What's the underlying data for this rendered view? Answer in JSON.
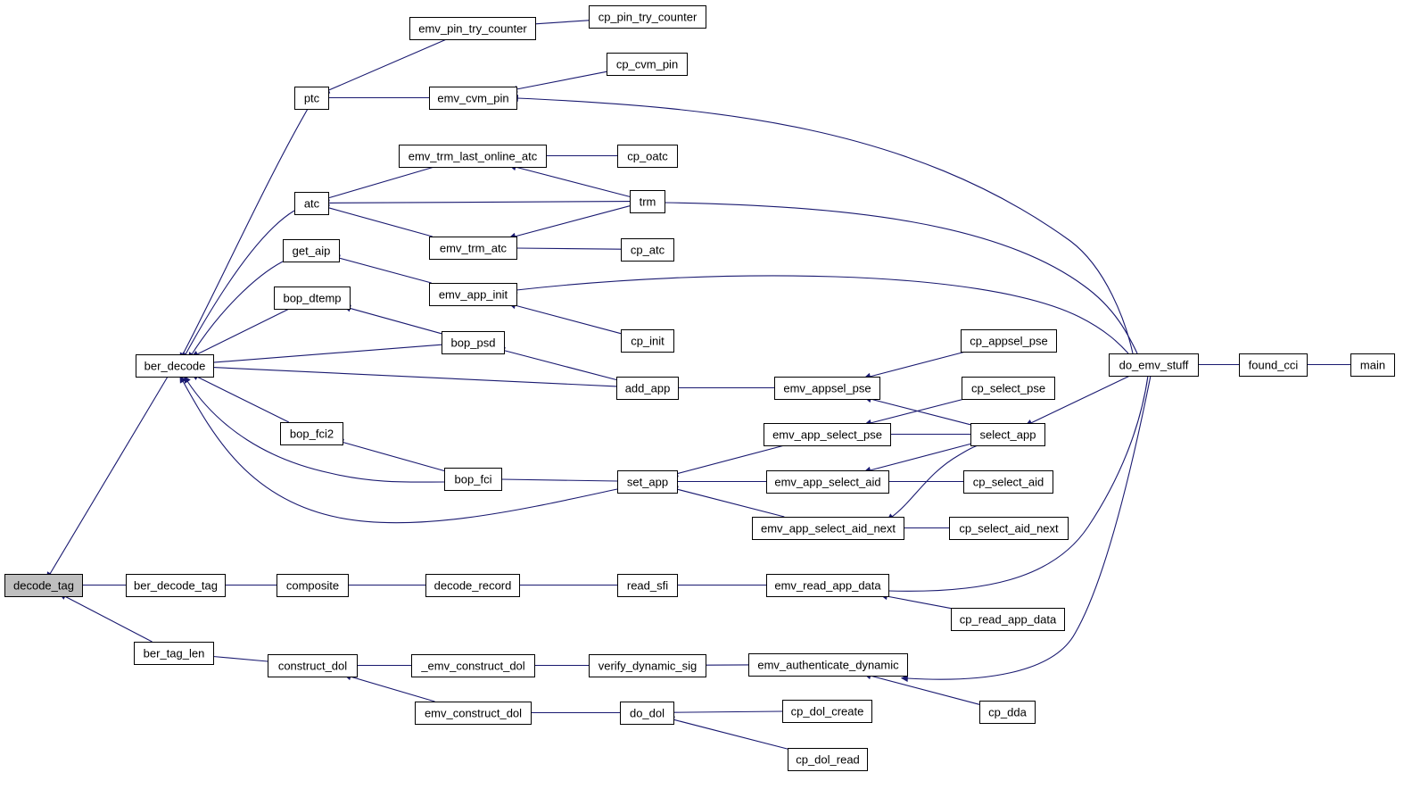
{
  "graph": {
    "root": "decode_tag",
    "colors": {
      "edge": "#191970",
      "node_border": "#000000",
      "node_fill": "#ffffff",
      "root_fill": "#bfbfbf"
    },
    "nodes": [
      {
        "id": "decode_tag",
        "label": "decode_tag"
      },
      {
        "id": "ber_decode",
        "label": "ber_decode"
      },
      {
        "id": "ber_decode_tag",
        "label": "ber_decode_tag"
      },
      {
        "id": "ber_tag_len",
        "label": "ber_tag_len"
      },
      {
        "id": "ptc",
        "label": "ptc"
      },
      {
        "id": "atc",
        "label": "atc"
      },
      {
        "id": "get_aip",
        "label": "get_aip"
      },
      {
        "id": "bop_dtemp",
        "label": "bop_dtemp"
      },
      {
        "id": "bop_fci2",
        "label": "bop_fci2"
      },
      {
        "id": "composite",
        "label": "composite"
      },
      {
        "id": "construct_dol",
        "label": "construct_dol"
      },
      {
        "id": "emv_pin_try_counter",
        "label": "emv_pin_try_counter"
      },
      {
        "id": "emv_cvm_pin",
        "label": "emv_cvm_pin"
      },
      {
        "id": "emv_trm_last_online_atc",
        "label": "emv_trm_last_online_atc"
      },
      {
        "id": "emv_trm_atc",
        "label": "emv_trm_atc"
      },
      {
        "id": "emv_app_init",
        "label": "emv_app_init"
      },
      {
        "id": "bop_psd",
        "label": "bop_psd"
      },
      {
        "id": "bop_fci",
        "label": "bop_fci"
      },
      {
        "id": "decode_record",
        "label": "decode_record"
      },
      {
        "id": "_emv_construct_dol",
        "label": "_emv_construct_dol"
      },
      {
        "id": "emv_construct_dol",
        "label": "emv_construct_dol"
      },
      {
        "id": "cp_pin_try_counter",
        "label": "cp_pin_try_counter"
      },
      {
        "id": "cp_cvm_pin",
        "label": "cp_cvm_pin"
      },
      {
        "id": "cp_oatc",
        "label": "cp_oatc"
      },
      {
        "id": "trm",
        "label": "trm"
      },
      {
        "id": "cp_atc",
        "label": "cp_atc"
      },
      {
        "id": "cp_init",
        "label": "cp_init"
      },
      {
        "id": "add_app",
        "label": "add_app"
      },
      {
        "id": "set_app",
        "label": "set_app"
      },
      {
        "id": "read_sfi",
        "label": "read_sfi"
      },
      {
        "id": "verify_dynamic_sig",
        "label": "verify_dynamic_sig"
      },
      {
        "id": "do_dol",
        "label": "do_dol"
      },
      {
        "id": "emv_appsel_pse",
        "label": "emv_appsel_pse"
      },
      {
        "id": "emv_app_select_pse",
        "label": "emv_app_select_pse"
      },
      {
        "id": "emv_app_select_aid",
        "label": "emv_app_select_aid"
      },
      {
        "id": "emv_app_select_aid_next",
        "label": "emv_app_select_aid_next"
      },
      {
        "id": "emv_read_app_data",
        "label": "emv_read_app_data"
      },
      {
        "id": "emv_authenticate_dynamic",
        "label": "emv_authenticate_dynamic"
      },
      {
        "id": "cp_dol_create",
        "label": "cp_dol_create"
      },
      {
        "id": "cp_dol_read",
        "label": "cp_dol_read"
      },
      {
        "id": "cp_appsel_pse",
        "label": "cp_appsel_pse"
      },
      {
        "id": "cp_select_pse",
        "label": "cp_select_pse"
      },
      {
        "id": "select_app",
        "label": "select_app"
      },
      {
        "id": "cp_select_aid",
        "label": "cp_select_aid"
      },
      {
        "id": "cp_select_aid_next",
        "label": "cp_select_aid_next"
      },
      {
        "id": "cp_read_app_data",
        "label": "cp_read_app_data"
      },
      {
        "id": "cp_dda",
        "label": "cp_dda"
      },
      {
        "id": "do_emv_stuff",
        "label": "do_emv_stuff"
      },
      {
        "id": "found_cci",
        "label": "found_cci"
      },
      {
        "id": "main",
        "label": "main"
      }
    ],
    "edges": [
      [
        "decode_tag",
        "ber_decode"
      ],
      [
        "decode_tag",
        "ber_decode_tag"
      ],
      [
        "decode_tag",
        "ber_tag_len"
      ],
      [
        "ber_decode",
        "ptc"
      ],
      [
        "ber_decode",
        "atc"
      ],
      [
        "ber_decode",
        "get_aip"
      ],
      [
        "ber_decode",
        "bop_dtemp"
      ],
      [
        "ber_decode",
        "bop_psd"
      ],
      [
        "ber_decode",
        "add_app"
      ],
      [
        "ber_decode",
        "bop_fci2"
      ],
      [
        "ber_decode",
        "bop_fci"
      ],
      [
        "ber_decode",
        "set_app"
      ],
      [
        "ptc",
        "emv_pin_try_counter"
      ],
      [
        "ptc",
        "emv_cvm_pin"
      ],
      [
        "emv_pin_try_counter",
        "cp_pin_try_counter"
      ],
      [
        "emv_cvm_pin",
        "cp_cvm_pin"
      ],
      [
        "emv_cvm_pin",
        "do_emv_stuff"
      ],
      [
        "atc",
        "emv_trm_last_online_atc"
      ],
      [
        "atc",
        "trm"
      ],
      [
        "atc",
        "emv_trm_atc"
      ],
      [
        "emv_trm_last_online_atc",
        "cp_oatc"
      ],
      [
        "emv_trm_last_online_atc",
        "trm"
      ],
      [
        "emv_trm_atc",
        "trm"
      ],
      [
        "emv_trm_atc",
        "cp_atc"
      ],
      [
        "trm",
        "do_emv_stuff"
      ],
      [
        "get_aip",
        "emv_app_init"
      ],
      [
        "emv_app_init",
        "cp_init"
      ],
      [
        "emv_app_init",
        "do_emv_stuff"
      ],
      [
        "bop_dtemp",
        "bop_psd"
      ],
      [
        "bop_psd",
        "add_app"
      ],
      [
        "add_app",
        "emv_appsel_pse"
      ],
      [
        "emv_appsel_pse",
        "cp_appsel_pse"
      ],
      [
        "emv_appsel_pse",
        "select_app"
      ],
      [
        "bop_fci2",
        "bop_fci"
      ],
      [
        "bop_fci",
        "set_app"
      ],
      [
        "set_app",
        "emv_app_select_pse"
      ],
      [
        "set_app",
        "emv_app_select_aid"
      ],
      [
        "set_app",
        "emv_app_select_aid_next"
      ],
      [
        "emv_app_select_pse",
        "cp_select_pse"
      ],
      [
        "emv_app_select_pse",
        "select_app"
      ],
      [
        "emv_app_select_aid",
        "select_app"
      ],
      [
        "emv_app_select_aid",
        "cp_select_aid"
      ],
      [
        "emv_app_select_aid_next",
        "select_app"
      ],
      [
        "emv_app_select_aid_next",
        "cp_select_aid_next"
      ],
      [
        "select_app",
        "do_emv_stuff"
      ],
      [
        "ber_decode_tag",
        "composite"
      ],
      [
        "composite",
        "decode_record"
      ],
      [
        "decode_record",
        "read_sfi"
      ],
      [
        "read_sfi",
        "emv_read_app_data"
      ],
      [
        "emv_read_app_data",
        "do_emv_stuff"
      ],
      [
        "emv_read_app_data",
        "cp_read_app_data"
      ],
      [
        "ber_tag_len",
        "construct_dol"
      ],
      [
        "construct_dol",
        "_emv_construct_dol"
      ],
      [
        "construct_dol",
        "emv_construct_dol"
      ],
      [
        "_emv_construct_dol",
        "verify_dynamic_sig"
      ],
      [
        "verify_dynamic_sig",
        "emv_authenticate_dynamic"
      ],
      [
        "emv_authenticate_dynamic",
        "do_emv_stuff"
      ],
      [
        "emv_authenticate_dynamic",
        "cp_dda"
      ],
      [
        "emv_construct_dol",
        "do_dol"
      ],
      [
        "do_dol",
        "cp_dol_create"
      ],
      [
        "do_dol",
        "cp_dol_read"
      ],
      [
        "do_emv_stuff",
        "found_cci"
      ],
      [
        "found_cci",
        "main"
      ]
    ]
  }
}
